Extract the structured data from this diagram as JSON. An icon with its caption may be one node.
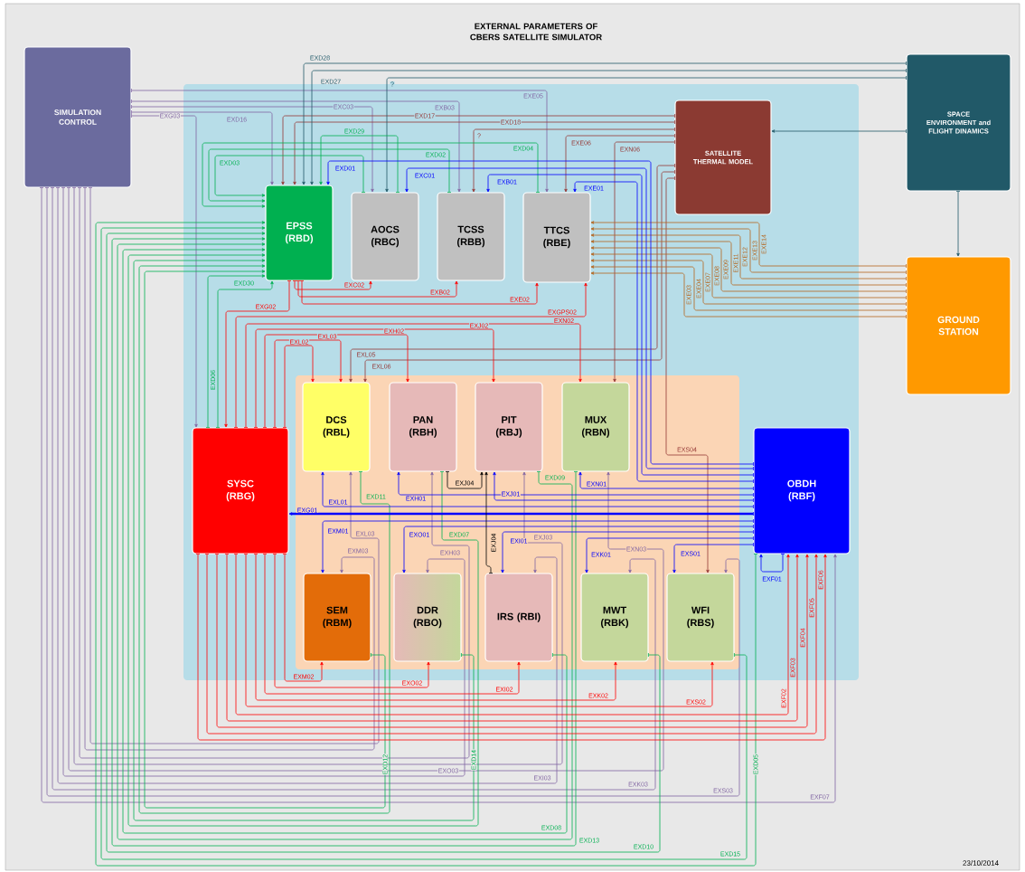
{
  "diagram": {
    "title": "EXTERNAL PARAMETERS OF CBERS SATELLITE SIMULATOR",
    "nodes": [
      {
        "text": [
          "SIMULATION CONTROL"
        ]
      },
      {
        "text": [],
        "shape": "box"
      },
      {
        "text": [
          "EPSS (RBD)"
        ],
        "in": 1
      },
      {
        "text": [
          "AOCS (RBC)"
        ],
        "in": 1
      },
      {
        "text": [
          "TCSS (RBB)"
        ],
        "in": 1
      },
      {
        "text": [
          "TTCS (RBE)"
        ],
        "in": 1
      },
      {
        "text": [
          "SATELLITE THERMAL MODEL"
        ],
        "in": 1
      },
      {
        "text": [
          "SPACE ENVIRONMENT and FLIGHT DINAMICS"
        ]
      },
      {
        "text": [
          "GROUND STATION"
        ]
      },
      {
        "text": [
          "SYSC (RBG)"
        ],
        "in": 1
      },
      {
        "text": [],
        "shape": "box",
        "in": 1
      },
      {
        "text": [
          "DCS (RBL)"
        ],
        "in": 10
      },
      {
        "text": [
          "PAN (RBH)"
        ],
        "in": 10
      },
      {
        "text": [
          "PIT (RBJ)"
        ],
        "in": 10
      },
      {
        "text": [
          "MUX (RBN)"
        ],
        "in": 10
      },
      {
        "text": [
          "OBDH (RBF)"
        ],
        "in": 1
      },
      {
        "text": [
          "SEM (RBM)"
        ],
        "in": 10
      },
      {
        "text": [
          "DDR (RBO)"
        ],
        "in": 10
      },
      {
        "text": [
          "IRS (RBI)"
        ],
        "in": 10
      },
      {
        "text": [
          "MWT (RBK)"
        ],
        "in": 10
      },
      {
        "text": [
          "WFI (RBS)"
        ],
        "in": 10
      }
    ],
    "edges": [
      {
        "from": 0,
        "to": 2,
        "arrow": "to",
        "label": "EXD16",
        "color": "#8064a2"
      },
      {
        "from": 0,
        "to": 3,
        "arrow": "to",
        "label": "EXC03",
        "color": "#8064a2"
      },
      {
        "from": 0,
        "to": 4,
        "arrow": "to",
        "label": "EXB03",
        "color": "#8064a2"
      },
      {
        "from": 0,
        "to": 5,
        "arrow": "to",
        "label": "EXE05",
        "color": "#8064a2"
      },
      {
        "from": 0,
        "to": 9,
        "arrow": "to",
        "label": "EXG03",
        "color": "#8064a2"
      },
      {
        "from": 0,
        "to": 11,
        "arrow": "to",
        "label": "EXL03",
        "color": "#8064a2"
      },
      {
        "from": 0,
        "to": 16,
        "arrow": "to",
        "label": "EXM03",
        "color": "#8064a2"
      },
      {
        "from": 0,
        "to": 12,
        "arrow": "to",
        "label": "EXH03",
        "color": "#8064a2"
      },
      {
        "from": 0,
        "to": 17,
        "arrow": "to",
        "label": "EXO03",
        "color": "#8064a2"
      },
      {
        "from": 0,
        "to": 13,
        "arrow": "to",
        "label": "EXJ03",
        "color": "#8064a2"
      },
      {
        "from": 0,
        "to": 18,
        "arrow": "to",
        "label": "EXI03",
        "color": "#8064a2"
      },
      {
        "from": 0,
        "to": 14,
        "arrow": "to",
        "label": "EXN03",
        "color": "#8064a2"
      },
      {
        "from": 0,
        "to": 19,
        "arrow": "to",
        "label": "EXK03",
        "color": "#8064a2"
      },
      {
        "from": 0,
        "to": 20,
        "arrow": "to",
        "label": "EXS03",
        "color": "#8064a2"
      },
      {
        "from": 0,
        "to": 15,
        "arrow": "to",
        "label": "EXF07",
        "color": "#8064a2"
      },
      {
        "from": 6,
        "to": 2,
        "arrow": "to",
        "label": "EXD17",
        "color": "#953735"
      },
      {
        "from": 6,
        "to": 2,
        "arrow": "to",
        "label": "EXD18",
        "color": "#953735"
      },
      {
        "from": 6,
        "to": 4,
        "arrow": "to",
        "label": "?",
        "color": "#953735"
      },
      {
        "from": 6,
        "to": 5,
        "arrow": "to",
        "label": "EXE06",
        "color": "#953735"
      },
      {
        "from": 6,
        "to": 14,
        "arrow": "to",
        "label": "EXN06",
        "color": "#953735"
      },
      {
        "from": 6,
        "to": 11,
        "arrow": "to",
        "label": "EXL05",
        "color": "#953735"
      },
      {
        "from": 6,
        "to": 11,
        "arrow": "to",
        "label": "EXL06",
        "color": "#953735"
      },
      {
        "from": 6,
        "to": 20,
        "arrow": "to",
        "label": "EXS04",
        "color": "#953735"
      },
      {
        "from": 7,
        "to": 2,
        "arrow": "to",
        "label": "EXD28",
        "color": "#215968"
      },
      {
        "from": 7,
        "to": 2,
        "arrow": "to",
        "label": "EXD27",
        "color": "#215968"
      },
      {
        "from": 7,
        "to": 3,
        "arrow": "to",
        "label": "?",
        "color": "#215968"
      },
      {
        "from": 7,
        "to": 6,
        "arrow": "to",
        "color": "#215968"
      },
      {
        "from": 7,
        "to": 8,
        "arrow": "to",
        "color": "#215968"
      },
      {
        "from": 8,
        "to": 5,
        "arrow": "to",
        "label": "EXE14",
        "color": "#b5651d"
      },
      {
        "from": 8,
        "to": 5,
        "arrow": "to",
        "label": "EXE13",
        "color": "#b5651d"
      },
      {
        "from": 8,
        "to": 5,
        "arrow": "to",
        "label": "EXE12",
        "color": "#b5651d"
      },
      {
        "from": 8,
        "to": 5,
        "arrow": "to",
        "label": "EXE11",
        "color": "#b5651d"
      },
      {
        "from": 8,
        "to": 5,
        "arrow": "to",
        "label": "EXE09",
        "color": "#b5651d"
      },
      {
        "from": 8,
        "to": 5,
        "arrow": "to",
        "label": "EXE08",
        "color": "#b5651d"
      },
      {
        "from": 8,
        "to": 5,
        "arrow": "to",
        "label": "EXE07",
        "color": "#b5651d"
      },
      {
        "from": 8,
        "to": 5,
        "arrow": "to",
        "label": "EXE04",
        "color": "#b5651d"
      },
      {
        "from": 8,
        "to": 5,
        "arrow": "to",
        "label": "EXE03",
        "color": "#b5651d"
      },
      {
        "from": 3,
        "to": 2,
        "arrow": "to",
        "label": "EXD29",
        "color": "#00b050"
      },
      {
        "from": 3,
        "to": 2,
        "arrow": "to",
        "label": "EXD03",
        "color": "#00b050"
      },
      {
        "from": 4,
        "to": 2,
        "arrow": "to",
        "label": "EXD02",
        "color": "#00b050"
      },
      {
        "from": 5,
        "to": 2,
        "arrow": "to",
        "label": "EXD04",
        "color": "#00b050"
      },
      {
        "from": 9,
        "to": 2,
        "arrow": "to",
        "label": "EXD06",
        "color": "#00b050"
      },
      {
        "from": 9,
        "to": 2,
        "arrow": "to",
        "label": "EXD30",
        "color": "#00b050"
      },
      {
        "from": 11,
        "to": 2,
        "arrow": "to",
        "label": "EXD11",
        "color": "#00b050"
      },
      {
        "from": 12,
        "to": 2,
        "arrow": "to",
        "label": "EXD07",
        "color": "#00b050"
      },
      {
        "from": 13,
        "to": 2,
        "arrow": "to",
        "label": "EXD09",
        "color": "#00b050"
      },
      {
        "from": 14,
        "to": 2,
        "arrow": "to",
        "label": "EXD13",
        "color": "#00b050"
      },
      {
        "from": 16,
        "to": 2,
        "arrow": "to",
        "label": "EXD12",
        "color": "#00b050"
      },
      {
        "from": 17,
        "to": 2,
        "arrow": "to",
        "label": "EXD14",
        "color": "#00b050"
      },
      {
        "from": 18,
        "to": 2,
        "arrow": "to",
        "label": "EXD08",
        "color": "#00b050"
      },
      {
        "from": 19,
        "to": 2,
        "arrow": "to",
        "label": "EXD10",
        "color": "#00b050"
      },
      {
        "from": 20,
        "to": 2,
        "arrow": "to",
        "label": "EXD15",
        "color": "#00b050"
      },
      {
        "from": 15,
        "to": 2,
        "arrow": "to",
        "label": "EXD05",
        "color": "#00b050"
      },
      {
        "from": 2,
        "to": 9,
        "arrow": "to",
        "label": "EXG02"
      },
      {
        "from": 2,
        "to": 3,
        "arrow": "to",
        "label": "EXC02"
      },
      {
        "from": 2,
        "to": 4,
        "arrow": "to",
        "label": "EXB02"
      },
      {
        "from": 2,
        "to": 5,
        "arrow": "to",
        "label": "EXE02"
      },
      {
        "from": 9,
        "to": 5,
        "arrow": "to",
        "label": "EXGPS02"
      },
      {
        "from": 9,
        "to": 14,
        "arrow": "to",
        "label": "EXN02"
      },
      {
        "from": 9,
        "to": 13,
        "arrow": "to",
        "label": "EXJ02"
      },
      {
        "from": 9,
        "to": 12,
        "arrow": "to",
        "label": "EXH02"
      },
      {
        "from": 9,
        "to": 11,
        "arrow": "to",
        "label": "EXL03"
      },
      {
        "from": 9,
        "to": 11,
        "arrow": "to",
        "label": "EXL02"
      },
      {
        "from": 9,
        "to": 16,
        "arrow": "to",
        "label": "EXM02"
      },
      {
        "from": 9,
        "to": 17,
        "arrow": "to",
        "label": "EXO02"
      },
      {
        "from": 9,
        "to": 18,
        "arrow": "to",
        "label": "EXI02"
      },
      {
        "from": 9,
        "to": 19,
        "arrow": "to",
        "label": "EXK02"
      },
      {
        "from": 9,
        "to": 20,
        "arrow": "to",
        "label": "EXS02"
      },
      {
        "from": 9,
        "to": 15,
        "arrow": "to",
        "label": "EXF02"
      },
      {
        "from": 9,
        "to": 15,
        "arrow": "to",
        "label": "EXF03"
      },
      {
        "from": 9,
        "to": 15,
        "arrow": "to",
        "label": "EXF04"
      },
      {
        "from": 9,
        "to": 15,
        "arrow": "to",
        "label": "EXF05"
      },
      {
        "from": 9,
        "to": 15,
        "arrow": "to",
        "label": "EXF06"
      },
      {
        "from": 15,
        "to": 2,
        "arrow": "to",
        "label": "EXD01",
        "color": "#0000ff"
      },
      {
        "from": 15,
        "to": 3,
        "arrow": "to",
        "label": "EXC01",
        "color": "#0000ff"
      },
      {
        "from": 15,
        "to": 4,
        "arrow": "to",
        "label": "EXB01",
        "color": "#0000ff"
      },
      {
        "from": 15,
        "to": 5,
        "arrow": "to",
        "label": "EXE01",
        "color": "#0000ff"
      },
      {
        "from": 15,
        "to": 14,
        "arrow": "to",
        "label": "EXN01",
        "color": "#0000ff"
      },
      {
        "from": 15,
        "to": 12,
        "arrow": "to",
        "label": "EXH01",
        "color": "#0000ff"
      },
      {
        "from": 15,
        "to": 13,
        "arrow": "to",
        "label": "EXJ01",
        "color": "#0000ff"
      },
      {
        "from": 15,
        "to": 11,
        "arrow": "to",
        "label": "EXL01",
        "color": "#0000ff"
      },
      {
        "from": 15,
        "to": 9,
        "arrow": "to",
        "label": "EXG01",
        "color": "#0000ff",
        "style": "thick"
      },
      {
        "from": 15,
        "to": 16,
        "arrow": "to",
        "label": "EXM01",
        "color": "#0000ff"
      },
      {
        "from": 15,
        "to": 17,
        "arrow": "to",
        "label": "EXO01",
        "color": "#0000ff"
      },
      {
        "from": 15,
        "to": 18,
        "arrow": "to",
        "label": "EXI01",
        "color": "#0000ff"
      },
      {
        "from": 15,
        "to": 19,
        "arrow": "to",
        "label": "EXK01",
        "color": "#0000ff"
      },
      {
        "from": 15,
        "to": 20,
        "arrow": "to",
        "label": "EXS01",
        "color": "#0000ff"
      },
      {
        "from": 15,
        "to": 15,
        "arrow": "to",
        "label": "EXF01",
        "color": "#0000ff"
      },
      {
        "from": 12,
        "to": 13,
        "arrow": "to",
        "label": "EXJ04",
        "color": "#000000"
      },
      {
        "from": 18,
        "to": 13,
        "arrow": "to",
        "label": "EXJ04",
        "color": "#000000"
      }
    ],
    "labels": [
      "23/10/2014"
    ]
  }
}
